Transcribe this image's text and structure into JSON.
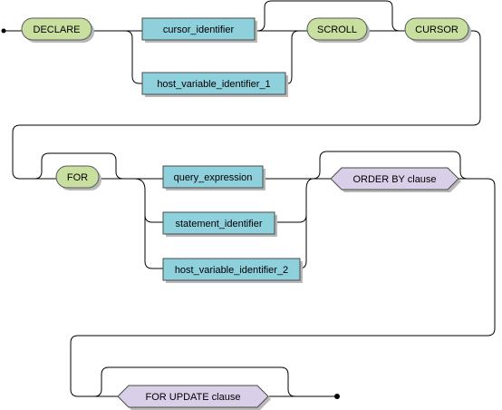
{
  "diagram": {
    "keywords": {
      "declare": "DECLARE",
      "scroll": "SCROLL",
      "cursor": "CURSOR",
      "for": "FOR"
    },
    "identifiers": {
      "cursor_identifier": "cursor_identifier",
      "host_variable_identifier_1": "host_variable_identifier_1",
      "query_expression": "query_expression",
      "statement_identifier": "statement_identifier",
      "host_variable_identifier_2": "host_variable_identifier_2"
    },
    "clauses": {
      "order_by": "ORDER BY clause",
      "for_update": "FOR UPDATE clause"
    },
    "colors": {
      "keyword_fill": "#c9df9f",
      "identifier_fill": "#8fd0dd",
      "clause_fill": "#d9cfe8",
      "line": "#000000"
    }
  }
}
